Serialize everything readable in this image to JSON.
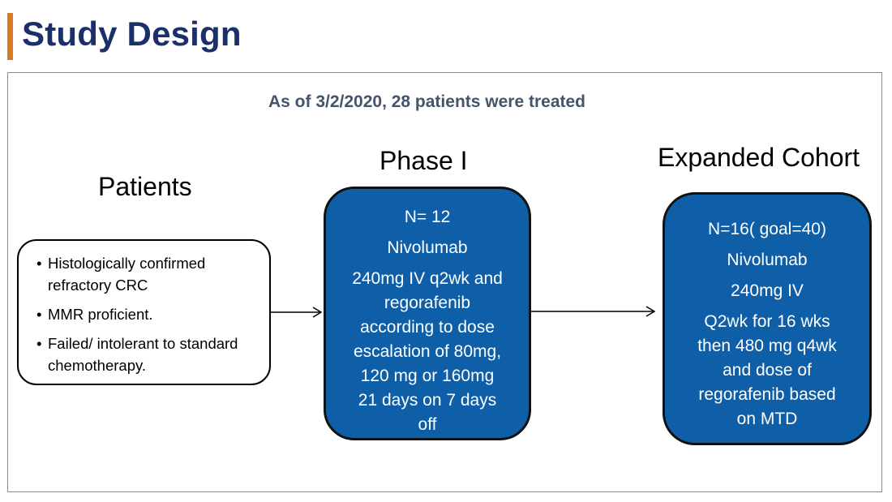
{
  "slide": {
    "title": "Study Design",
    "subtitle": "As of 3/2/2020,  28 patients were treated"
  },
  "patients": {
    "heading": "Patients",
    "bullets": [
      "Histologically confirmed refractory CRC",
      "MMR proficient.",
      "Failed/ intolerant to standard chemotherapy."
    ]
  },
  "phase1": {
    "heading": "Phase I",
    "n": "N= 12",
    "drug": "Nivolumab",
    "regimen": [
      "240mg IV q2wk and",
      "regorafenib",
      "according to dose",
      "escalation of 80mg,",
      "120 mg or 160mg",
      "21 days on 7 days",
      "off"
    ]
  },
  "expanded": {
    "heading": "Expanded Cohort",
    "n": "N=16( goal=40)",
    "drug": "Nivolumab",
    "dose": "240mg IV",
    "regimen": [
      "Q2wk for 16 wks",
      "then 480 mg q4wk",
      "and dose  of",
      "regorafenib based",
      "on MTD"
    ]
  },
  "colors": {
    "title": "#1b2f6b",
    "accent": "#d87a22",
    "subtitle": "#44546a",
    "box_fill": "#0f5fa8"
  }
}
